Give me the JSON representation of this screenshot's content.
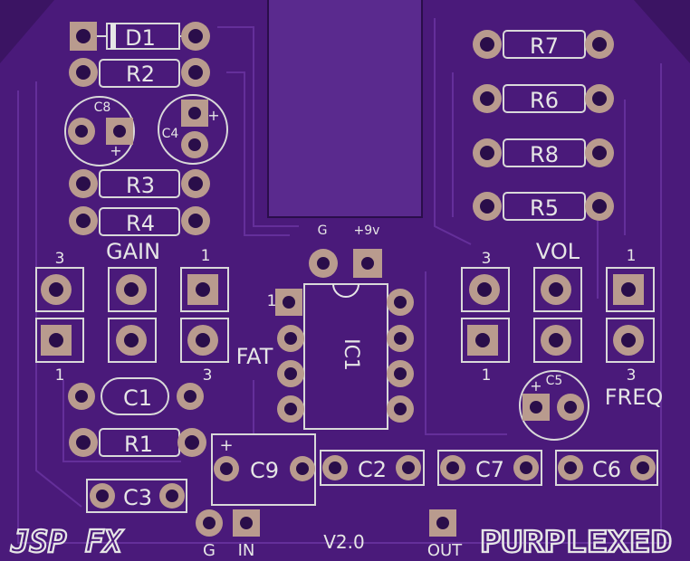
{
  "board": {
    "brand": "JSP FX",
    "name": "PURPLEXED",
    "version": "V2.0",
    "colors": {
      "board": "#4a1a7a",
      "board_dark": "#3b1463",
      "silk": "#e6e6e6",
      "pad": "#b99b8e",
      "slot": "#5a2a8e"
    }
  },
  "resistors": {
    "r1": "R1",
    "r2": "R2",
    "r3": "R3",
    "r4": "R4",
    "r5": "R5",
    "r6": "R6",
    "r7": "R7",
    "r8": "R8"
  },
  "diode": {
    "d1": "D1"
  },
  "capacitors": {
    "c1": "C1",
    "c2": "C2",
    "c3": "C3",
    "c4": "C4",
    "c5": "C5",
    "c6": "C6",
    "c7": "C7",
    "c8": "C8",
    "c9": "C9"
  },
  "ic": {
    "label": "IC1",
    "pin1": "1"
  },
  "pots": {
    "gain": {
      "label": "GAIN",
      "pin_a": "3",
      "pin_b": "1",
      "pin_c": "1",
      "pin_d": "3"
    },
    "vol": {
      "label": "VOL",
      "pin_a": "3",
      "pin_b": "1",
      "pin_c": "1",
      "pin_d": "3"
    },
    "fat_label": "FAT",
    "freq_label": "FREQ"
  },
  "power": {
    "ground": "G",
    "supply": "+9v"
  },
  "io": {
    "ground": "G",
    "input": "IN",
    "output": "OUT"
  },
  "polarity": {
    "plus": "+"
  }
}
